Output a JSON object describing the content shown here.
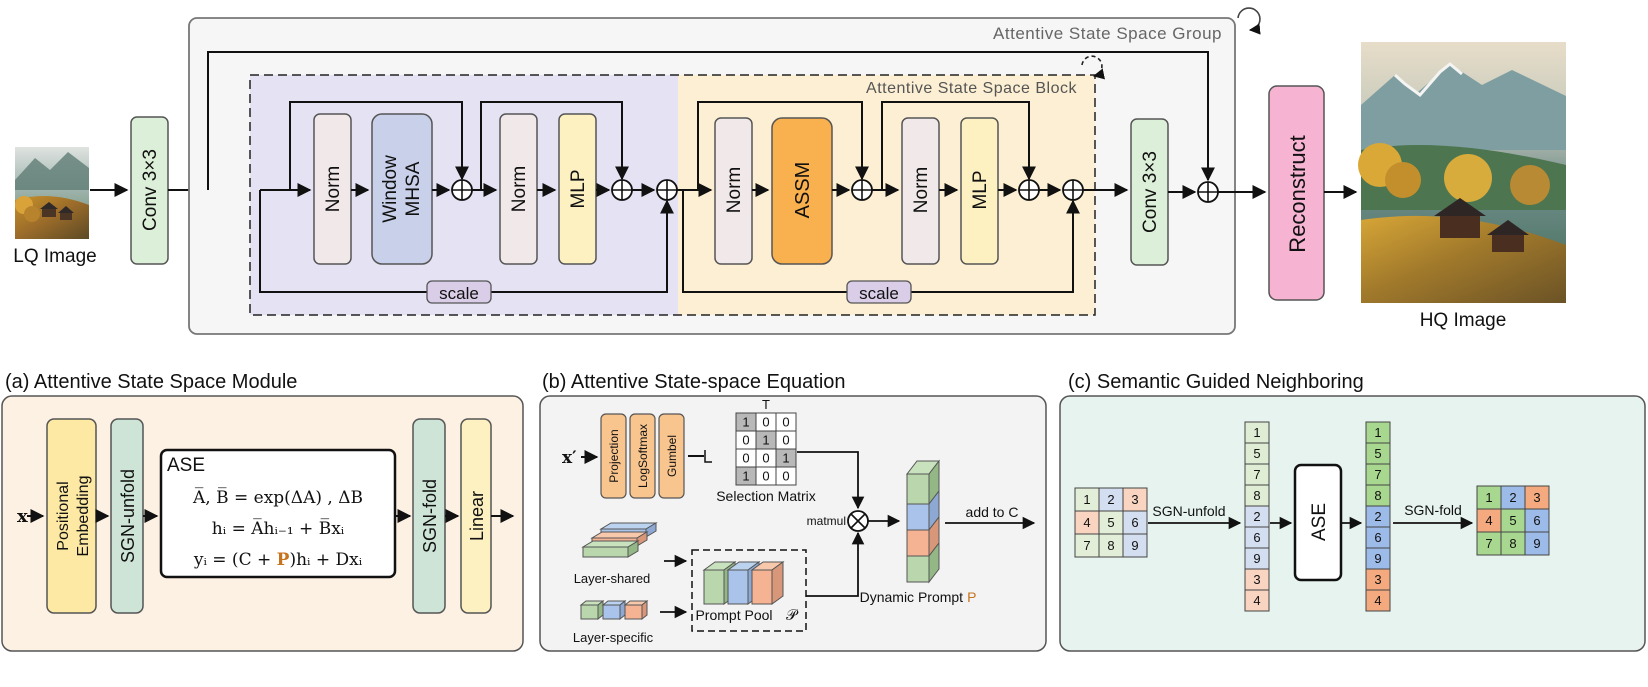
{
  "top": {
    "lq_label": "LQ Image",
    "hq_label": "HQ Image",
    "conv_in": "Conv 3×3",
    "conv_out": "Conv 3×3",
    "reconstruct": "Reconstruct",
    "group_title": "Attentive State Space Group",
    "block_title": "Attentive State Space Block",
    "norm": "Norm",
    "mhsa_line1": "Window",
    "mhsa_line2": "MHSA",
    "mlp": "MLP",
    "assm": "ASSM",
    "scale": "scale"
  },
  "panel_a": {
    "title": "(a) Attentive State Space Module",
    "input": "x",
    "pos_line1": "Positional",
    "pos_line2": "Embedding",
    "unfold": "SGN-unfold",
    "fold": "SGN-fold",
    "linear": "Linear",
    "ase_title": "ASE",
    "eq1": "A̅, B̅ = exp(ΔA) , ΔB",
    "eq2": "hᵢ = A̅hᵢ₋₁ + B̅xᵢ",
    "eq3_pre": "yᵢ = (C + ",
    "eq3_p": "P",
    "eq3_post": ")hᵢ + Dxᵢ"
  },
  "panel_b": {
    "title": "(b) Attentive State-space Equation",
    "input": "x′",
    "ops": [
      "Projection",
      "LogSoftmax",
      "Gumbel"
    ],
    "transpose": "T",
    "matrix": [
      [
        "1",
        "0",
        "0"
      ],
      [
        "0",
        "1",
        "0"
      ],
      [
        "0",
        "0",
        "1"
      ],
      [
        "1",
        "0",
        "0"
      ]
    ],
    "matrix_label": "Selection Matrix",
    "matmul": "matmul",
    "shared": "Layer-shared",
    "specific": "Layer-specific",
    "pool_label": "Prompt Pool",
    "pool_symbol": "𝒫",
    "add_to": "add to C",
    "dyn_label": "Dynamic Prompt",
    "dyn_symbol": "P"
  },
  "panel_c": {
    "title": "(c) Semantic Guided Neighboring",
    "grid": [
      "1",
      "2",
      "3",
      "4",
      "5",
      "6",
      "7",
      "8",
      "9"
    ],
    "unfold": "SGN-unfold",
    "fold": "SGN-fold",
    "ase": "ASE",
    "seq_in": [
      "1",
      "5",
      "7",
      "8",
      "2",
      "6",
      "9",
      "3",
      "4"
    ],
    "seq_out": [
      "1",
      "5",
      "7",
      "8",
      "2",
      "6",
      "9",
      "3",
      "4"
    ]
  },
  "colors": {
    "green_box": "#dcefd8",
    "norm_fill": "#f1e8ea",
    "mhsa_fill": "#c9d0ea",
    "mlp_fill": "#fdf1c2",
    "assm_fill": "#f9b04e",
    "reconstruct_fill": "#f6b3d2",
    "scale_fill": "#d9cde8",
    "left_block_bg": "#e4e2f3",
    "right_block_bg": "#fcefd3",
    "panel_a_bg": "#fdf1e3",
    "panel_b_bg": "#f3f3f3",
    "panel_c_bg": "#e6f3ee",
    "accent_p": "#c8731e",
    "cell_green": "#a8d29a",
    "cell_blue": "#a9c3ea",
    "cell_orange": "#f5b394"
  }
}
